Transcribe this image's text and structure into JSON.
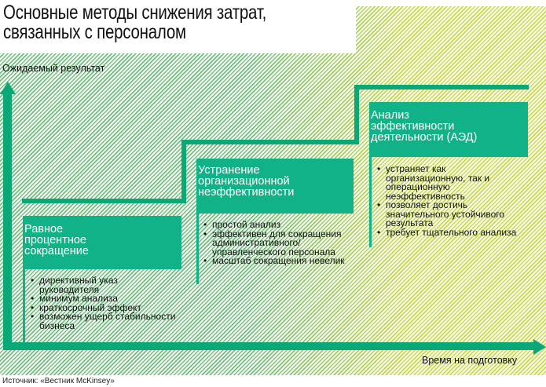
{
  "title": {
    "line1": "Основные методы снижения затрат,",
    "line2": "связанных с персоналом"
  },
  "axes": {
    "y_label": "Ожидаемый результат",
    "x_label": "Время на подготовку"
  },
  "colors": {
    "accent": "#12b288",
    "axis": "#0aa777",
    "stripe_green": "#6cc07a",
    "stripe_yellow": "#c6db3c"
  },
  "methods": [
    {
      "title": [
        "Равное",
        "процентное",
        "сокращение"
      ],
      "bullets": [
        "директивный указ руководителя",
        "минимум анализа",
        "краткосрочный эффект",
        "возможен ущерб стабильности бизнеса"
      ]
    },
    {
      "title": [
        "Устранение",
        "организационной",
        "неэффективности"
      ],
      "bullets": [
        "простой анализ",
        "эффективен для сокращения административного/ управленческого персонала",
        "масштаб сокращения невелик"
      ]
    },
    {
      "title": [
        "Анализ",
        "эффективности",
        "деятельности (АЭД)"
      ],
      "bullets": [
        "устраняет как организационную, так и операционную неэффективность",
        "позволяет достичь значительного устойчивого результата",
        "требует тщательного анализа"
      ]
    }
  ],
  "source": "Источник: «Вестник McKinsey»"
}
